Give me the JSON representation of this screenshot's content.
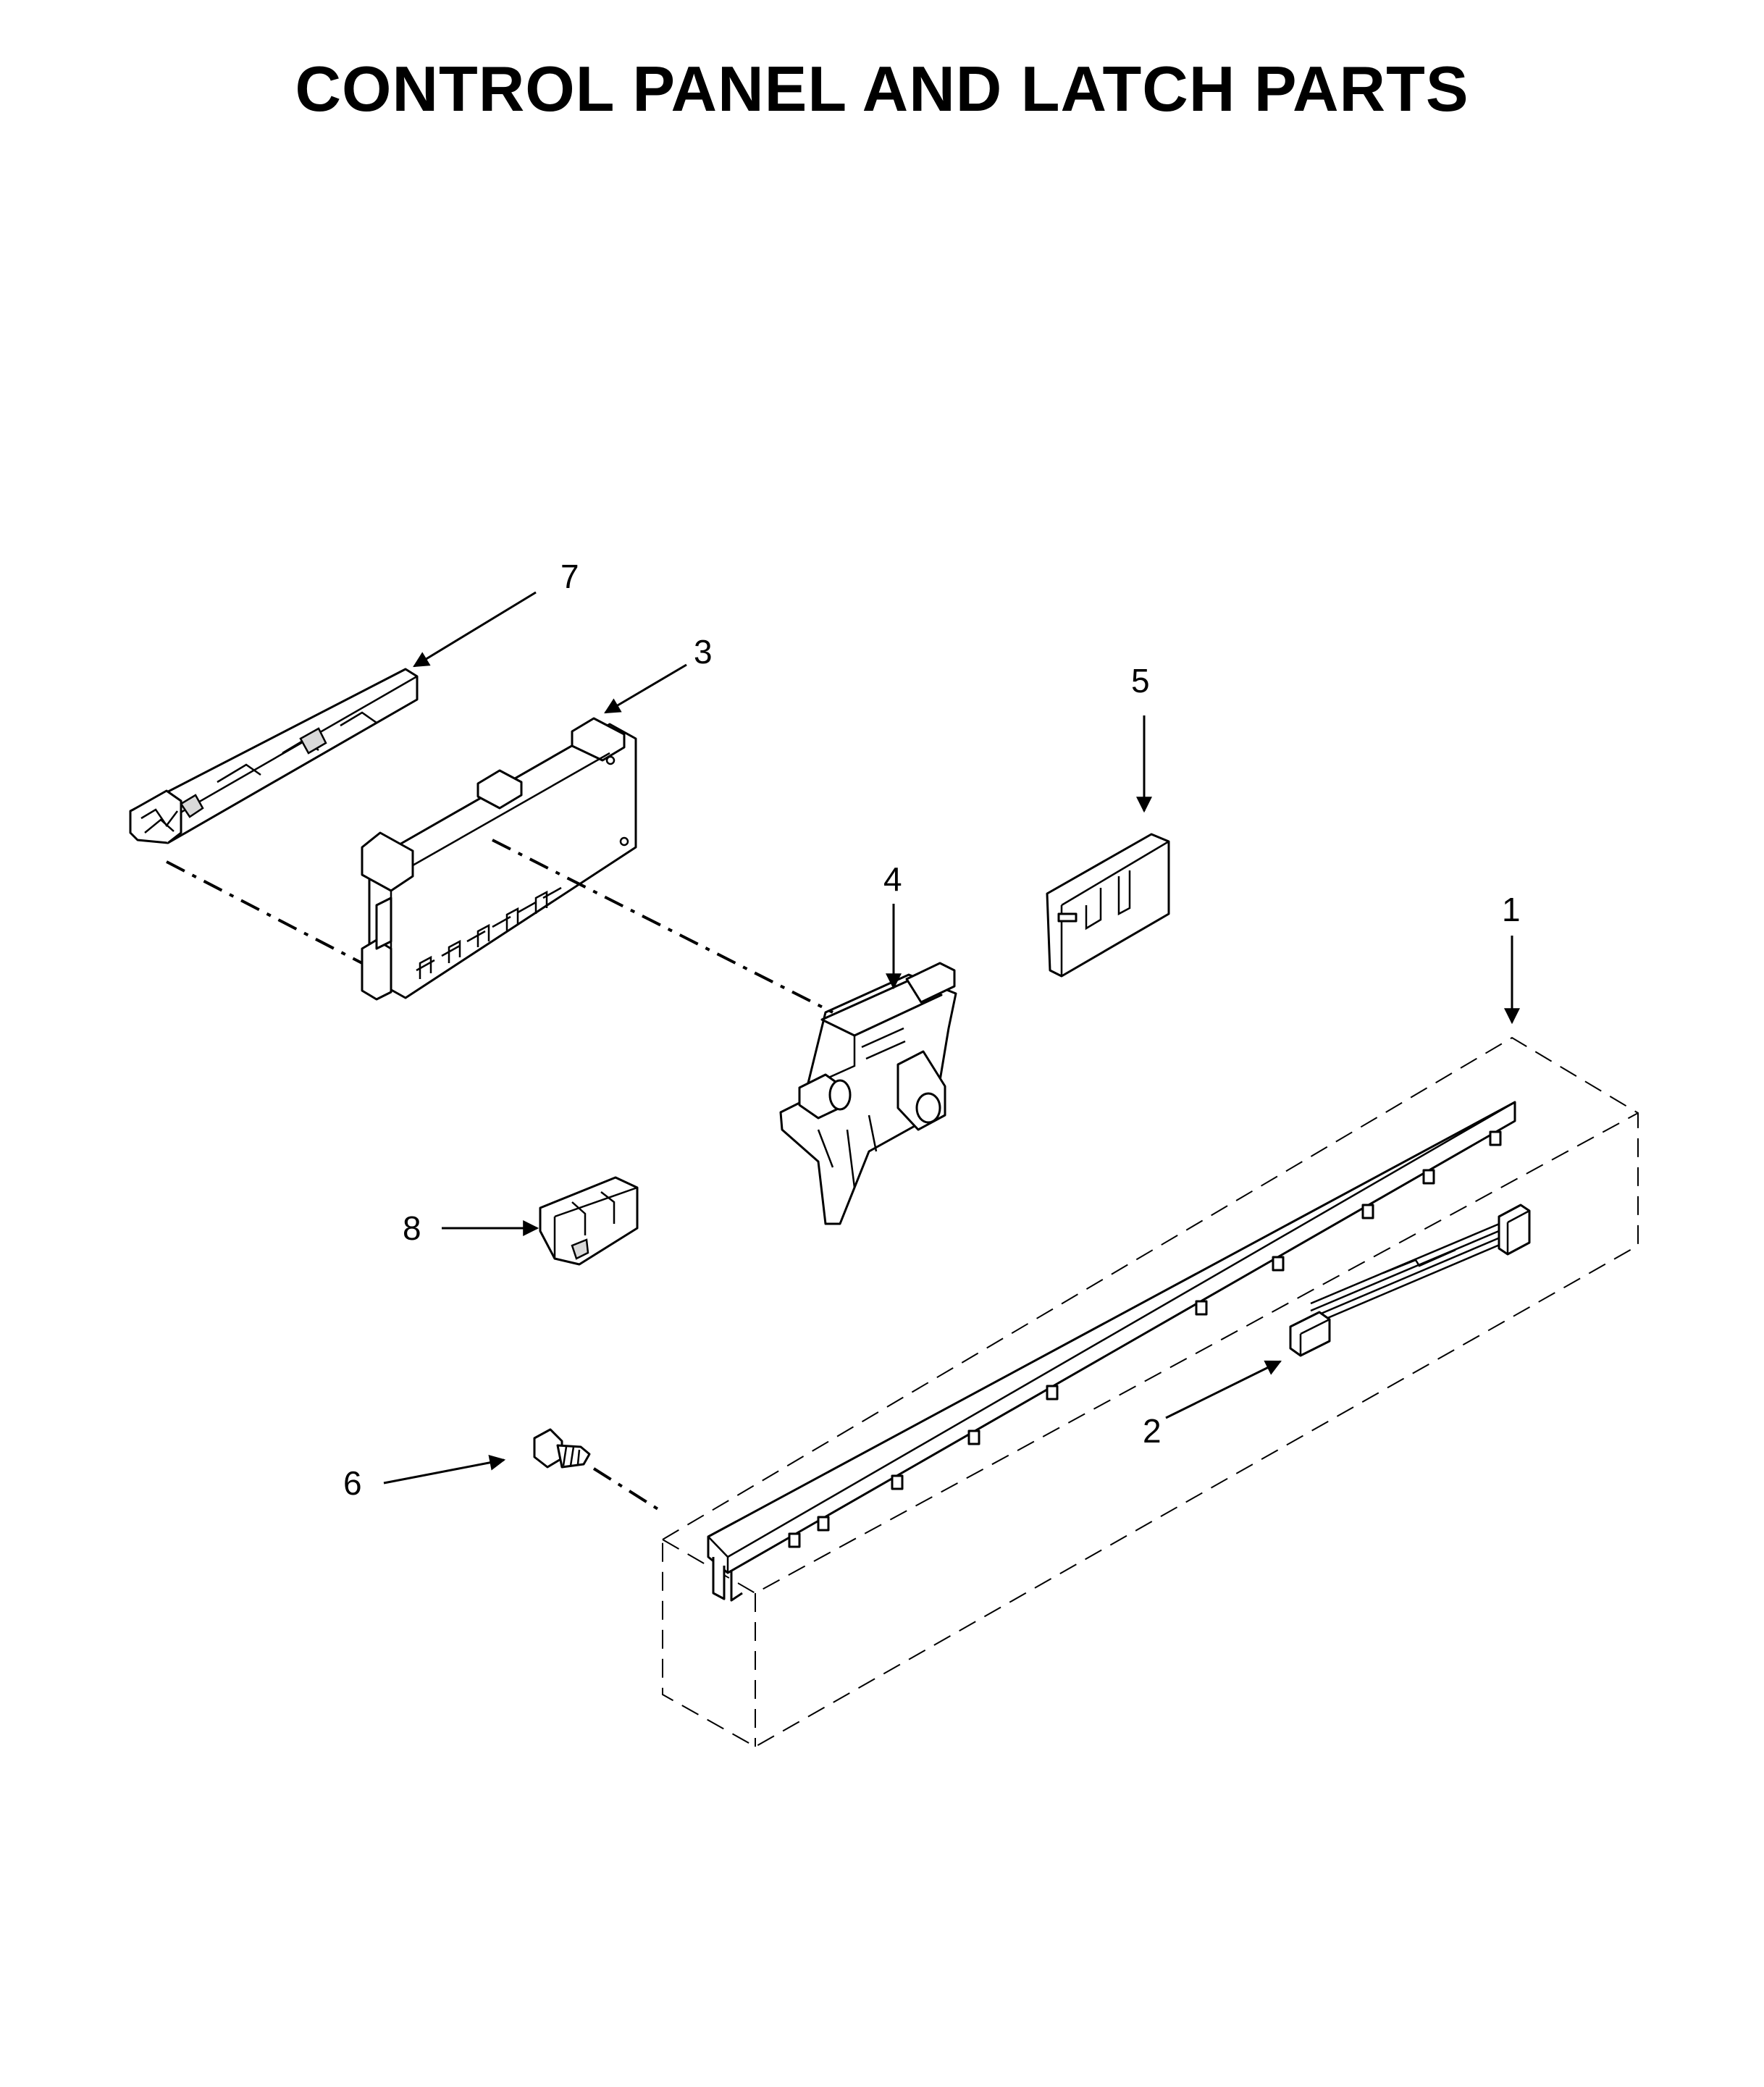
{
  "title": "CONTROL PANEL AND LATCH PARTS",
  "callouts": [
    {
      "id": "1",
      "label": "1"
    },
    {
      "id": "2",
      "label": "2"
    },
    {
      "id": "3",
      "label": "3"
    },
    {
      "id": "4",
      "label": "4"
    },
    {
      "id": "5",
      "label": "5"
    },
    {
      "id": "6",
      "label": "6"
    },
    {
      "id": "7",
      "label": "7"
    },
    {
      "id": "8",
      "label": "8"
    }
  ]
}
